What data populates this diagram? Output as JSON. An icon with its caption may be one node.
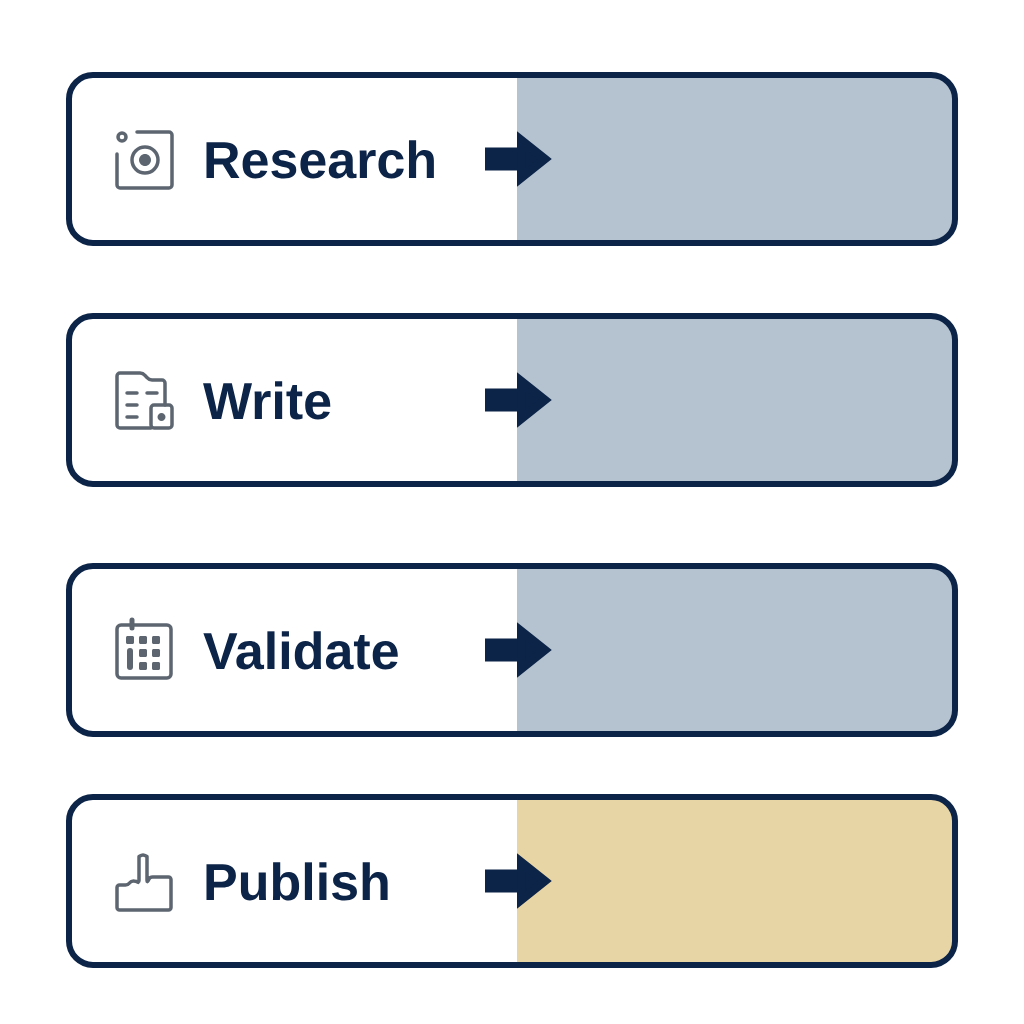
{
  "diagram": {
    "nodes": [
      {
        "text": [
          "Research"
        ]
      },
      {
        "text": [],
        "shape": "box"
      },
      {
        "text": [
          "Write"
        ]
      },
      {
        "text": [],
        "shape": "box"
      },
      {
        "text": [
          "Validate"
        ]
      },
      {
        "text": [],
        "shape": "box"
      },
      {
        "text": [
          "Publish"
        ]
      },
      {
        "text": [],
        "shape": "box"
      }
    ],
    "edges": [
      {
        "from": 0,
        "to": 1,
        "arrow": "to"
      },
      {
        "from": 2,
        "to": 3,
        "arrow": "to"
      },
      {
        "from": 4,
        "to": 5,
        "arrow": "to"
      },
      {
        "from": 6,
        "to": 7,
        "arrow": "to"
      }
    ]
  }
}
